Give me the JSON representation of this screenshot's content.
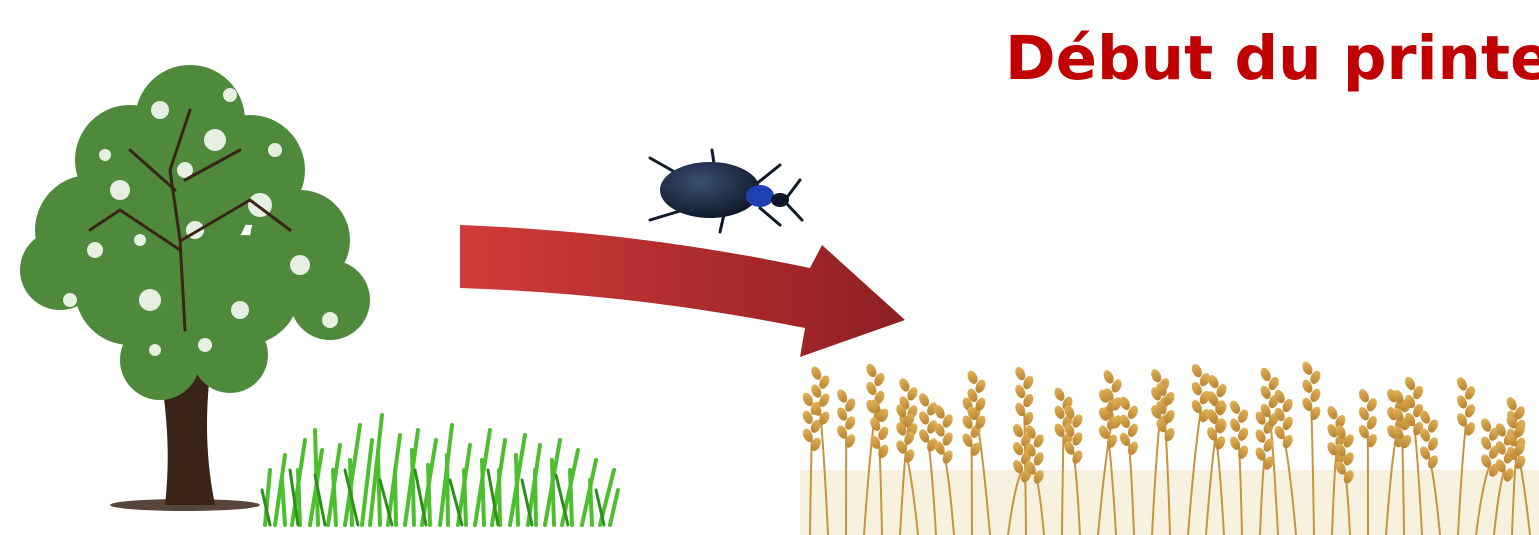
{
  "slide": {
    "title": "Début du printem",
    "title_color": "#c00000"
  },
  "illustrations": {
    "tree": "tree-illustration",
    "grass": "grass-illustration",
    "beetle": "beetle-photo",
    "arrow": "curved-arrow",
    "wheat": "wheat-field-illustration"
  },
  "colors": {
    "arrow": "#b83232",
    "tree_foliage": "#4f8a3c",
    "tree_trunk": "#3a2418",
    "grass": "#4cbf2e",
    "wheat": "#d9a441",
    "beetle": "#1c2a3f"
  }
}
